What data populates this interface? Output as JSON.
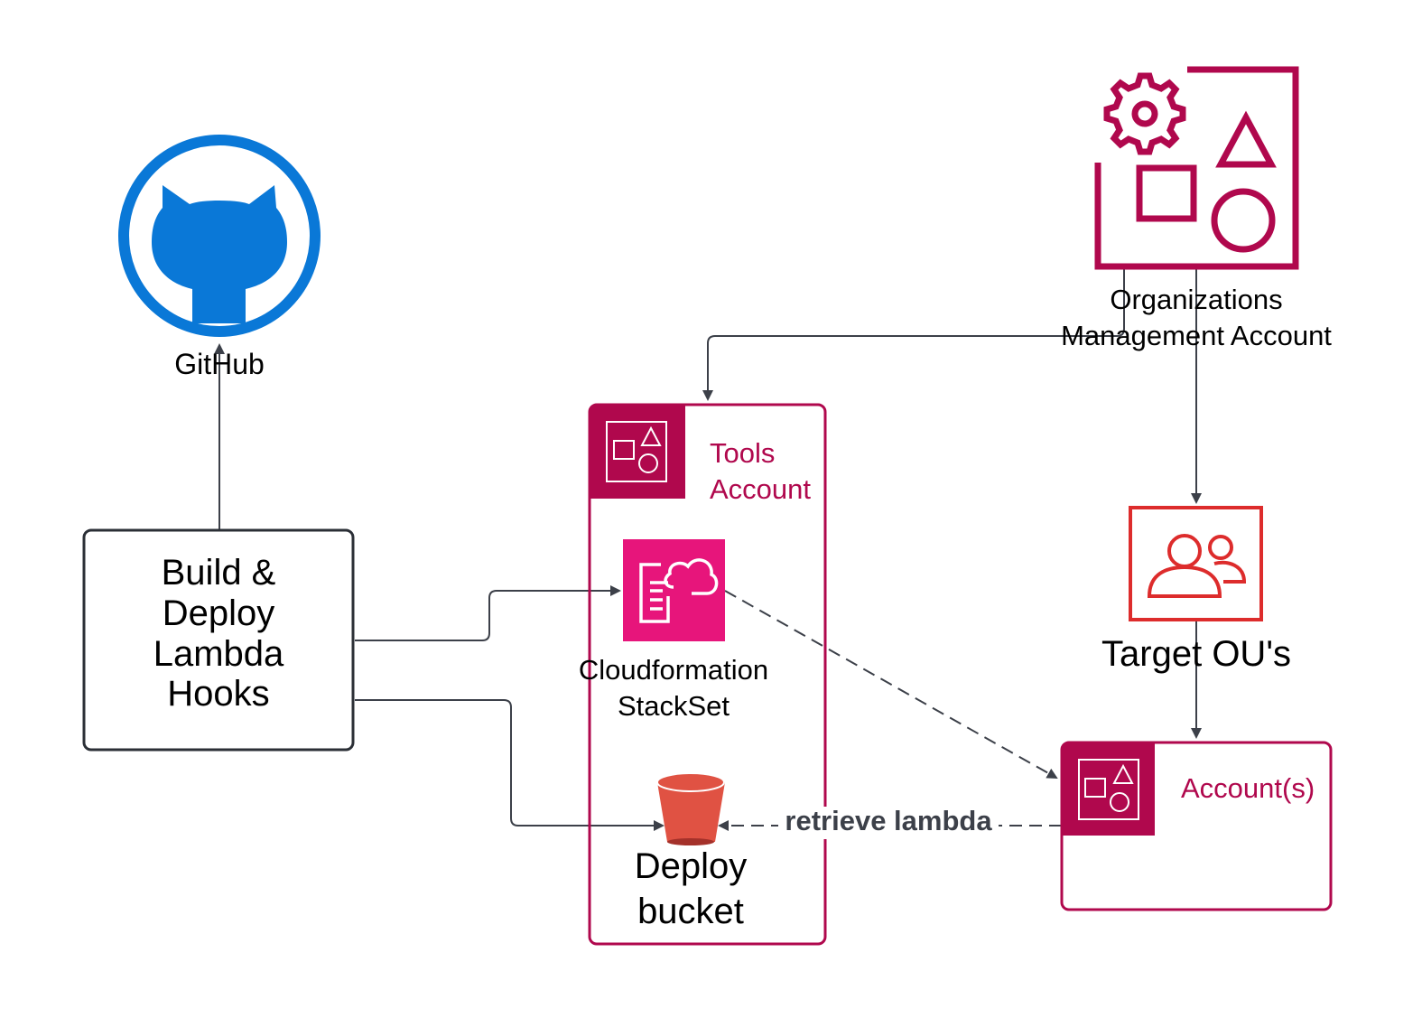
{
  "nodes": {
    "github": {
      "label": "GitHub",
      "icon": "github-icon",
      "color": "#0a78d7"
    },
    "build": {
      "lines": [
        "Build &",
        "Deploy",
        "Lambda",
        "Hooks"
      ]
    },
    "org_mgmt": {
      "lines": [
        "Organizations",
        "Management Account"
      ],
      "icon": "organizations-icon",
      "color": "#b0084d"
    },
    "tools_account": {
      "lines": [
        "Tools",
        "Account"
      ],
      "icon": "account-icon",
      "color": "#b0084d"
    },
    "stackset": {
      "lines": [
        "Cloudformation",
        "StackSet"
      ],
      "icon": "cloudformation-icon",
      "color": "#e7157b"
    },
    "deploy_bucket": {
      "lines": [
        "Deploy",
        "bucket"
      ],
      "icon": "s3-bucket-icon",
      "color": "#e05243"
    },
    "target_ous": {
      "label": "Target OU's",
      "icon": "organizational-unit-icon",
      "color": "#dd2c2c"
    },
    "accounts": {
      "label": "Account(s)",
      "icon": "account-icon",
      "color": "#b0084d"
    }
  },
  "edges": {
    "retrieve_label": "retrieve lambda"
  },
  "colors": {
    "line": "#3c4049",
    "account_pink": "#b0084d"
  }
}
